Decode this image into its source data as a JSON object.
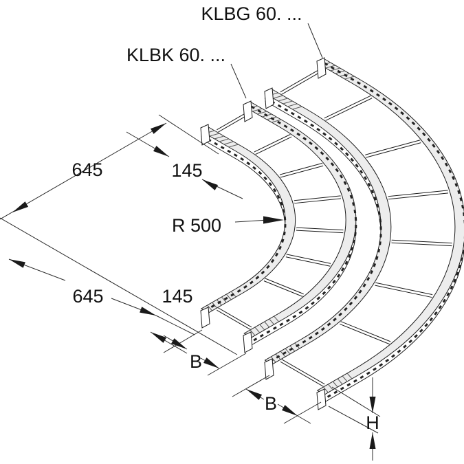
{
  "diagram": {
    "type": "technical-drawing",
    "subject": "cable-ladder-90-degree-bends",
    "products": [
      {
        "id": "klbg",
        "label": "KLBG 60. ..."
      },
      {
        "id": "klbk",
        "label": "KLBK 60. ..."
      }
    ],
    "dimensions": {
      "overall_top": "645",
      "tangent_top": "145",
      "radius": "R 500",
      "overall_bottom": "645",
      "tangent_bottom": "145",
      "width_inner": "B",
      "width_outer": "B",
      "height": "H"
    },
    "colors": {
      "line": "#1a1a1a",
      "dimension_line": "#2a2a2a",
      "background": "#ffffff",
      "flange_fill": "#ededed"
    }
  }
}
